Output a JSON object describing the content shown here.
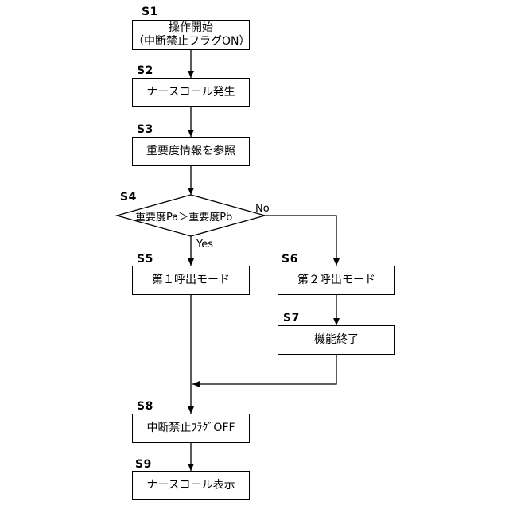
{
  "steps": {
    "s1": {
      "id": "S1",
      "line1": "操作開始",
      "line2": "（中断禁止フラグON）"
    },
    "s2": {
      "id": "S2",
      "text": "ナースコール発生"
    },
    "s3": {
      "id": "S3",
      "text": "重要度情報を参照"
    },
    "s4": {
      "id": "S4",
      "text": "重要度Pa＞重要度Pb"
    },
    "s5": {
      "id": "S5",
      "text": "第１呼出モード"
    },
    "s6": {
      "id": "S6",
      "text": "第２呼出モード"
    },
    "s7": {
      "id": "S7",
      "text": "機能終了"
    },
    "s8": {
      "id": "S8",
      "text": "中断禁止ﾌﾗｸﾞOFF"
    },
    "s9": {
      "id": "S9",
      "text": "ナースコール表示"
    }
  },
  "branches": {
    "yes": "Yes",
    "no": "No"
  }
}
